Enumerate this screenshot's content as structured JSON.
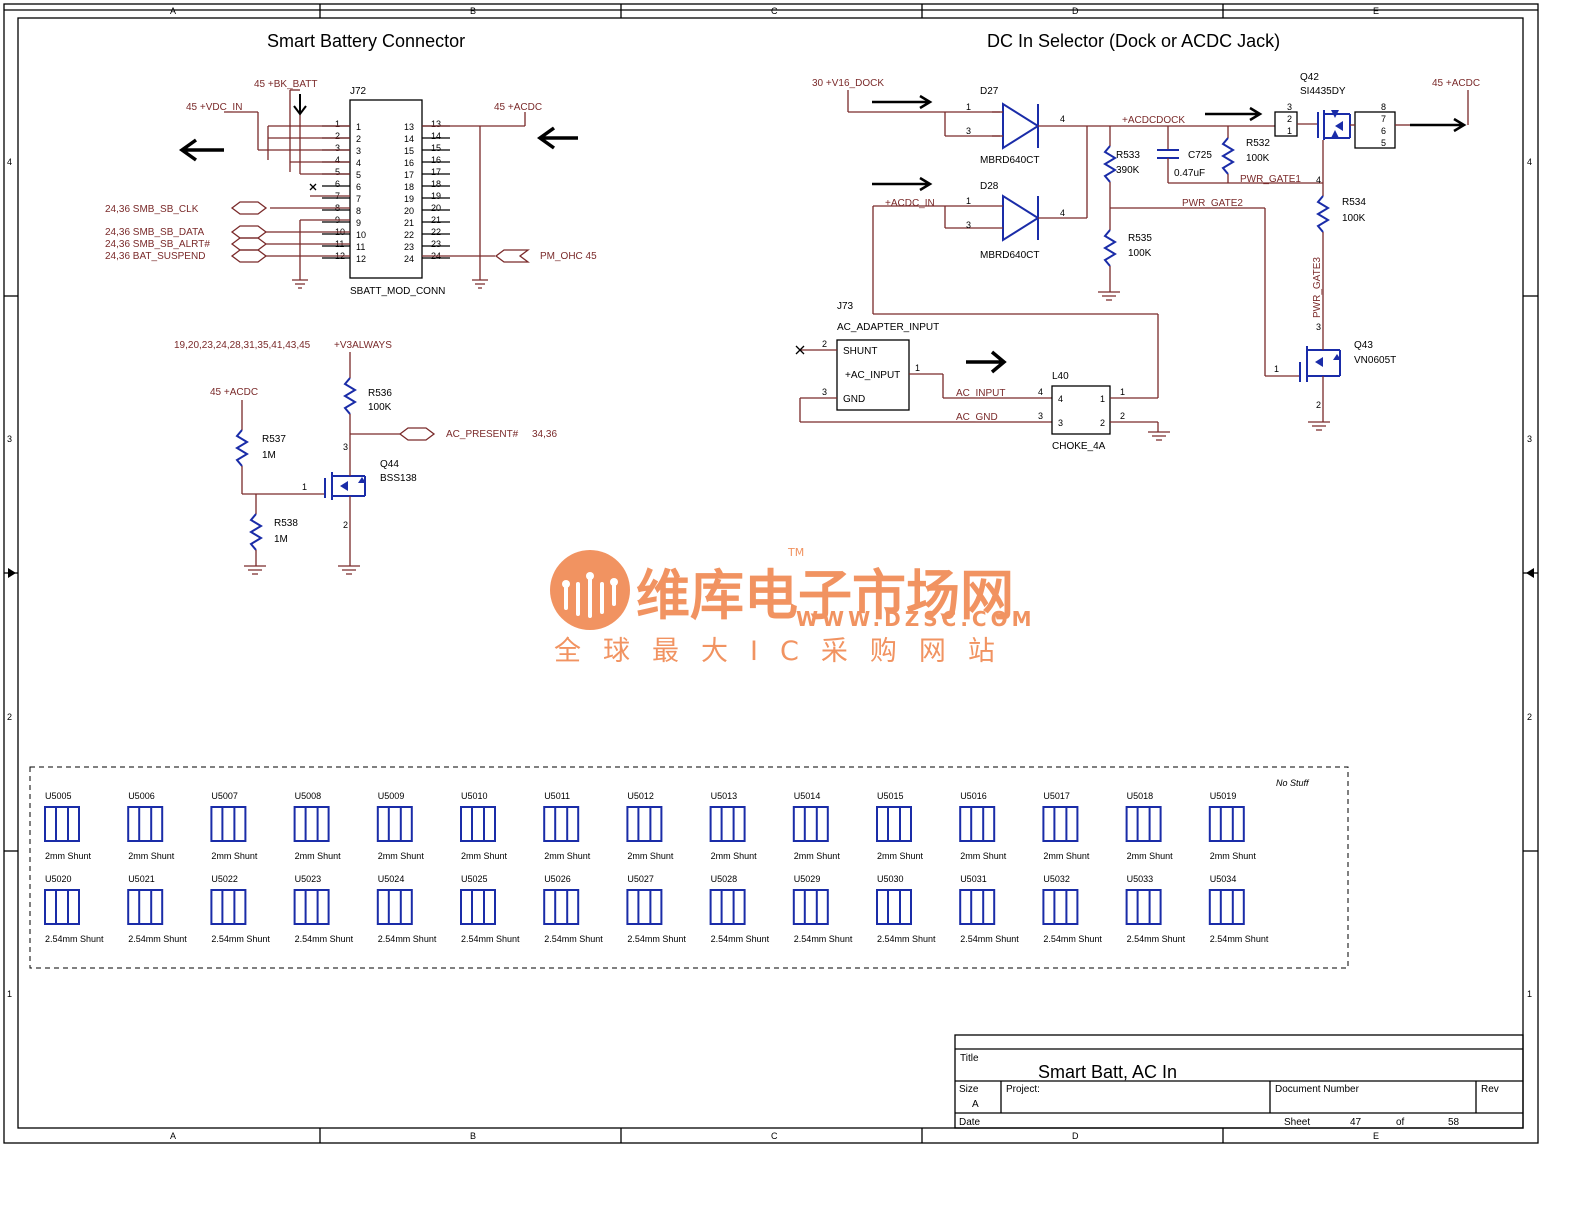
{
  "border": {
    "col_labels": [
      "A",
      "B",
      "C",
      "D",
      "E"
    ],
    "row_labels": [
      "4",
      "3",
      "2",
      "1"
    ]
  },
  "sections": {
    "smart_battery": "Smart Battery Connector",
    "dc_in": "DC In Selector (Dock or ACDC Jack)"
  },
  "j72": {
    "ref": "J72",
    "part": "SBATT_MOD_CONN",
    "left_pins": [
      "1",
      "2",
      "3",
      "4",
      "5",
      "6",
      "7",
      "8",
      "9",
      "10",
      "11",
      "12"
    ],
    "right_pins": [
      "13",
      "14",
      "15",
      "16",
      "17",
      "18",
      "19",
      "20",
      "21",
      "22",
      "23",
      "24"
    ],
    "nets": {
      "bk_batt": "45 +BK_BATT",
      "vdc_in": "45 +VDC_IN",
      "acdc": "45 +ACDC",
      "smb_clk": "24,36  SMB_SB_CLK",
      "smb_data": "24,36  SMB_SB_DATA",
      "smb_alrt": "24,36  SMB_SB_ALRT#",
      "bat_suspend": "24,36  BAT_SUSPEND",
      "pm_ohc": "PM_OHC  45"
    }
  },
  "ac_present": {
    "v3always_refs": "19,20,23,24,28,31,35,41,43,45",
    "v3always": "+V3ALWAYS",
    "acdc": "45  +ACDC",
    "r536": {
      "ref": "R536",
      "value": "100K"
    },
    "r537": {
      "ref": "R537",
      "value": "1M"
    },
    "r538": {
      "ref": "R538",
      "value": "1M"
    },
    "q44": {
      "ref": "Q44",
      "part": "BSS138"
    },
    "net_out": "AC_PRESENT#",
    "net_out_refs": "34,36"
  },
  "dc_in": {
    "dock_net": "30  +V16_DOCK",
    "acdc_out": "45  +ACDC",
    "d27": {
      "ref": "D27",
      "part": "MBRD640CT"
    },
    "d28": {
      "ref": "D28",
      "part": "MBRD640CT"
    },
    "acdc_in": "+ACDC_IN",
    "acdcdock": "+ACDCDOCK",
    "r533": {
      "ref": "R533",
      "value": "390K"
    },
    "c725": {
      "ref": "C725",
      "value": "0.47uF"
    },
    "r532": {
      "ref": "R532",
      "value": "100K"
    },
    "r535": {
      "ref": "R535",
      "value": "100K"
    },
    "r534": {
      "ref": "R534",
      "value": "100K"
    },
    "q42": {
      "ref": "Q42",
      "part": "SI4435DY"
    },
    "q43": {
      "ref": "Q43",
      "part": "VN0605T"
    },
    "pwr_gate1": "PWR_GATE1",
    "pwr_gate2": "PWR_GATE2",
    "pwr_gate3": "PWR_GATE3",
    "j73": {
      "ref": "J73",
      "part": "AC_ADAPTER_INPUT",
      "pins": [
        "SHUNT",
        "+AC_INPUT",
        "GND"
      ]
    },
    "l40": {
      "ref": "L40",
      "part": "CHOKE_4A"
    },
    "ac_input": "AC_INPUT",
    "ac_gnd": "AC_GND"
  },
  "shunts": {
    "note": "No Stuff",
    "row1": [
      "U5005",
      "U5006",
      "U5007",
      "U5008",
      "U5009",
      "U5010",
      "U5011",
      "U5012",
      "U5013",
      "U5014",
      "U5015",
      "U5016",
      "U5017",
      "U5018",
      "U5019"
    ],
    "row1_label": "2mm Shunt",
    "row2": [
      "U5020",
      "U5021",
      "U5022",
      "U5023",
      "U5024",
      "U5025",
      "U5026",
      "U5027",
      "U5028",
      "U5029",
      "U5030",
      "U5031",
      "U5032",
      "U5033",
      "U5034"
    ],
    "row2_label": "2.54mm Shunt"
  },
  "title_block": {
    "title_label": "Title",
    "title": "Smart Batt, AC In",
    "size_label": "Size",
    "size": "A",
    "project_label": "Project:",
    "docnum_label": "Document Number",
    "rev_label": "Rev",
    "date_label": "Date",
    "sheet_label": "Sheet",
    "sheet": "47",
    "of_label": "of",
    "total": "58"
  },
  "watermark": {
    "brand": "维库电子市场网",
    "url": "WWW.DZSC.COM",
    "slogan": "全球最大IC采购网站",
    "tm": "TM"
  }
}
